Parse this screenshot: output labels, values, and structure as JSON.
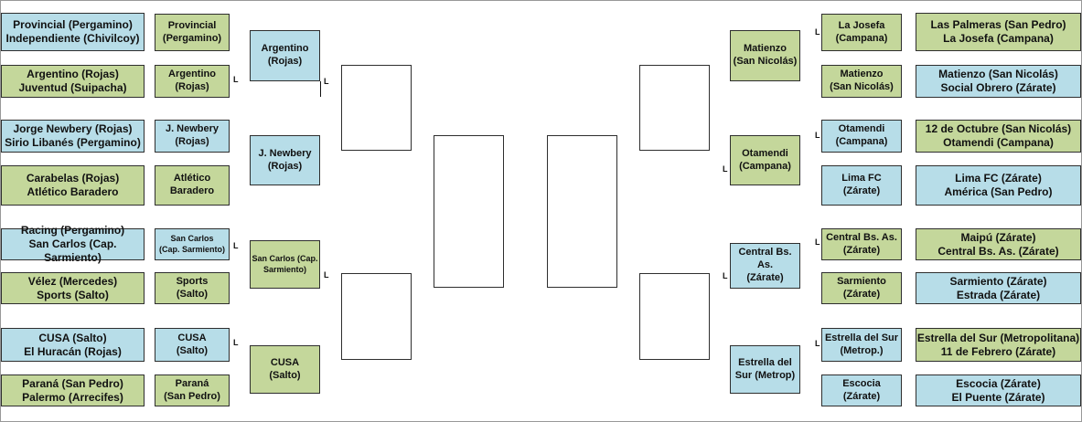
{
  "colors": {
    "blue": "#b7dde8",
    "green": "#c4d79b",
    "border": "#2e2e2e"
  },
  "left": {
    "pairs": [
      {
        "team1": "Provincial (Pergamino)",
        "team2": "Independiente (Chivilcoy)"
      },
      {
        "team1": "Argentino (Rojas)",
        "team2": "Juventud (Suipacha)"
      },
      {
        "team1": "Jorge Newbery (Rojas)",
        "team2": "Sirio Libanés (Pergamino)"
      },
      {
        "team1": "Carabelas (Rojas)",
        "team2": "Atlético Baradero"
      },
      {
        "team1": "Racing (Pergamino)",
        "team2": "San Carlos (Cap. Sarmiento)"
      },
      {
        "team1": "Vélez (Mercedes)",
        "team2": "Sports (Salto)"
      },
      {
        "team1": "CUSA (Salto)",
        "team2": "El Huracán (Rojas)"
      },
      {
        "team1": "Paraná (San Pedro)",
        "team2": "Palermo (Arrecifes)"
      }
    ],
    "winners_r1": [
      {
        "line1": "Provincial",
        "line2": "(Pergamino)"
      },
      {
        "line1": "Argentino",
        "line2": "(Rojas)"
      },
      {
        "line1": "J. Newbery",
        "line2": "(Rojas)"
      },
      {
        "line1": "Atlético",
        "line2": "Baradero"
      },
      {
        "line1": "San Carlos",
        "line2": "(Cap. Sarmiento)"
      },
      {
        "line1": "Sports",
        "line2": "(Salto)"
      },
      {
        "line1": "CUSA",
        "line2": "(Salto)"
      },
      {
        "line1": "Paraná",
        "line2": "(San Pedro)"
      }
    ],
    "winners_r2": [
      {
        "line1": "Argentino",
        "line2": "(Rojas)"
      },
      {
        "line1": "J. Newbery",
        "line2": "(Rojas)"
      },
      {
        "line1": "San Carlos (Cap.",
        "line2": "Sarmiento)"
      },
      {
        "line1": "CUSA",
        "line2": "(Salto)"
      }
    ]
  },
  "right": {
    "pairs": [
      {
        "team1": "Las Palmeras (San Pedro)",
        "team2": "La Josefa (Campana)"
      },
      {
        "team1": "Matienzo (San Nicolás)",
        "team2": "Social Obrero (Zárate)"
      },
      {
        "team1": "12 de Octubre (San Nicolás)",
        "team2": "Otamendi (Campana)"
      },
      {
        "team1": "Lima FC (Zárate)",
        "team2": "América (San Pedro)"
      },
      {
        "team1": "Maipú (Zárate)",
        "team2": "Central Bs. As. (Zárate)"
      },
      {
        "team1": "Sarmiento (Zárate)",
        "team2": "Estrada (Zárate)"
      },
      {
        "team1": "Estrella del Sur (Metropolitana)",
        "team2": "11 de Febrero (Zárate)"
      },
      {
        "team1": "Escocia (Zárate)",
        "team2": "El Puente (Zárate)"
      }
    ],
    "winners_r1": [
      {
        "line1": "La Josefa",
        "line2": "(Campana)"
      },
      {
        "line1": "Matienzo",
        "line2": "(San Nicolás)"
      },
      {
        "line1": "Otamendi",
        "line2": "(Campana)"
      },
      {
        "line1": "Lima FC",
        "line2": "(Zárate)"
      },
      {
        "line1": "Central Bs. As.",
        "line2": "(Zárate)"
      },
      {
        "line1": "Sarmiento",
        "line2": "(Zárate)"
      },
      {
        "line1": "Estrella del Sur",
        "line2": "(Metrop.)"
      },
      {
        "line1": "Escocia",
        "line2": "(Zárate)"
      }
    ],
    "winners_r2": [
      {
        "line1": "Matienzo",
        "line2": "(San Nicolás)"
      },
      {
        "line1": "Otamendi",
        "line2": "(Campana)"
      },
      {
        "line1": "Central Bs. As.",
        "line2": "(Zárate)"
      },
      {
        "line1": "Estrella del",
        "line2": "Sur (Metrop)"
      }
    ]
  },
  "marks": {
    "local": "L"
  }
}
